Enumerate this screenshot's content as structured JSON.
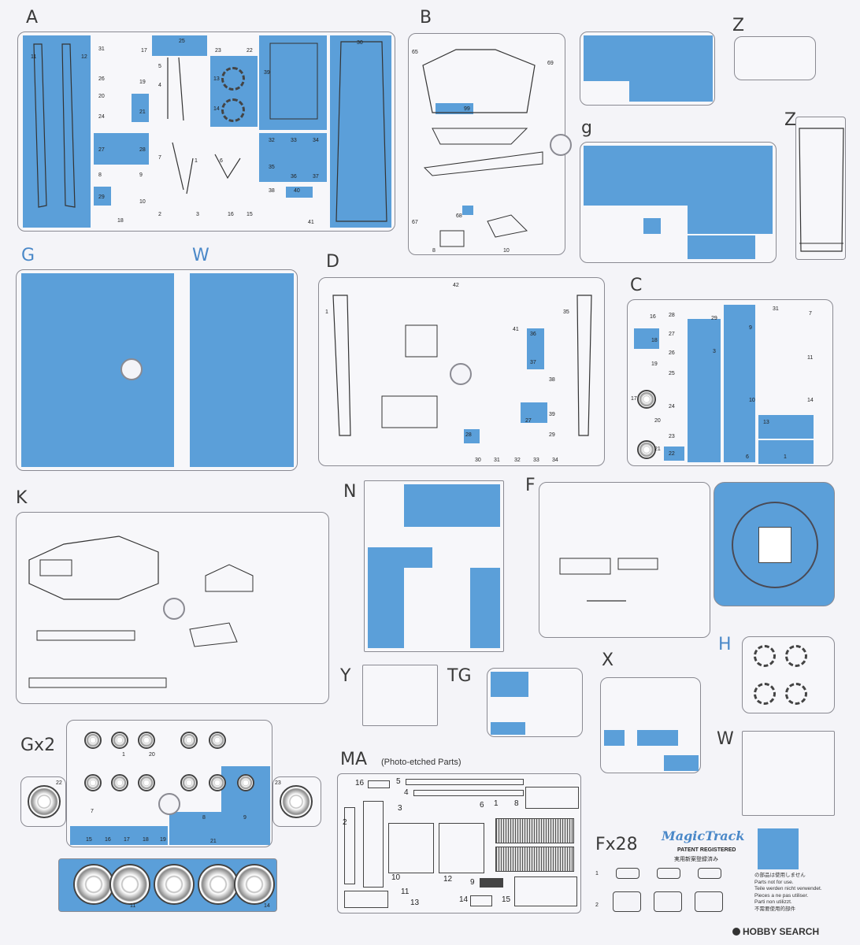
{
  "sprue_labels": {
    "A": "A",
    "B": "B",
    "Z_small": "Z",
    "Z_large": "Z",
    "g": "g",
    "G": "G",
    "W_top": "W",
    "D": "D",
    "C": "C",
    "K": "K",
    "N": "N",
    "F": "F",
    "H": "H",
    "Y": "Y",
    "TG": "TG",
    "X": "X",
    "W_bottom": "W",
    "Gx2": "Gx2",
    "MA": "MA",
    "Fx28": "Fx28"
  },
  "ma_subtitle": "(Photo-etched Parts)",
  "magic_track": {
    "logo": "MagicTrack",
    "patent": "PATENT REGISTERED",
    "jp": "実用新案登録済み"
  },
  "not_used_note": [
    "の部品は使用しません",
    "Parts not for use.",
    "Teile werden nicht verwendet.",
    "Pieces a ne pas utiliser.",
    "Parti non utilizzt.",
    "不需要使用的部件"
  ],
  "watermark": "HOBBY SEARCH",
  "part_numbers": {
    "A": [
      "11",
      "12",
      "31",
      "17",
      "26",
      "19",
      "20",
      "24",
      "21",
      "27",
      "28",
      "8",
      "9",
      "29",
      "10",
      "18",
      "25",
      "23",
      "22",
      "13",
      "14",
      "39",
      "30",
      "32",
      "33",
      "34",
      "35",
      "36",
      "37",
      "38",
      "40",
      "41",
      "7",
      "1",
      "2",
      "3",
      "4",
      "5",
      "6",
      "15",
      "16"
    ],
    "B": [
      "65",
      "69",
      "99",
      "67",
      "68",
      "8",
      "10"
    ],
    "D": [
      "1",
      "42",
      "35",
      "36",
      "37",
      "38",
      "39",
      "41",
      "27",
      "28",
      "29",
      "30",
      "31",
      "32",
      "33",
      "34"
    ],
    "C": [
      "16",
      "28",
      "29",
      "31",
      "7",
      "18",
      "27",
      "26",
      "19",
      "25",
      "3",
      "9",
      "11",
      "17",
      "24",
      "20",
      "23",
      "22",
      "21",
      "10",
      "14",
      "13",
      "1",
      "6"
    ],
    "Gx2": [
      "1",
      "20",
      "22",
      "23",
      "7",
      "8",
      "9",
      "15",
      "16",
      "17",
      "18",
      "19",
      "21",
      "11",
      "14"
    ],
    "MA": [
      "16",
      "5",
      "4",
      "3",
      "6",
      "1",
      "8",
      "2",
      "10",
      "11",
      "12",
      "9",
      "13",
      "14",
      "15"
    ],
    "Fx28": [
      "1",
      "2"
    ]
  }
}
